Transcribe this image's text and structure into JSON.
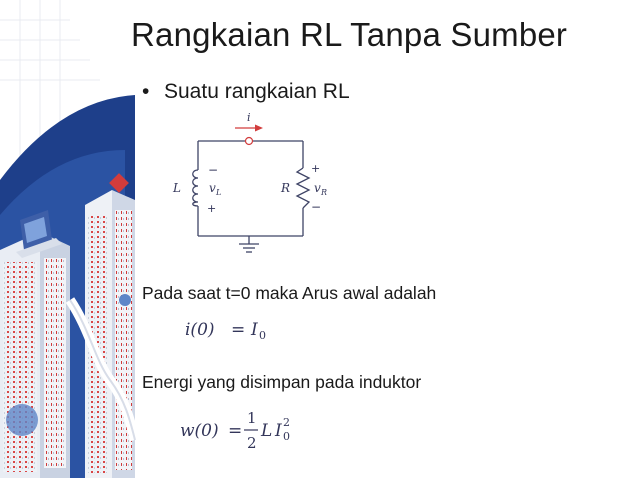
{
  "slide": {
    "title": "Rangkaian RL Tanpa Sumber",
    "bullet": "Suatu rangkaian RL",
    "text_initial_current": "Pada saat t=0 maka Arus awal adalah",
    "text_energy": "Energi yang disimpan pada induktor"
  },
  "circuit": {
    "current_label": "i",
    "inductor_label": "L",
    "inductor_voltage_label": "v",
    "inductor_voltage_sub": "L",
    "resistor_label": "R",
    "resistor_voltage_label": "v",
    "resistor_voltage_sub": "R",
    "plus_sign": "+",
    "minus_sign": "−"
  },
  "equations": {
    "initial_current": {
      "lhs": "i(0)",
      "eq": "=",
      "rhs_var": "I",
      "rhs_sub": "0"
    },
    "energy": {
      "lhs": "w(0)",
      "eq": "=",
      "frac_num": "1",
      "frac_den": "2",
      "var_L": "L",
      "var_I": "I",
      "sup": "2",
      "sub": "0"
    }
  },
  "colors": {
    "deco_blue_dark": "#1e3f8a",
    "deco_blue_light": "#5e86c8",
    "deco_red": "#d23c3c",
    "building_white": "#f1f3f7",
    "circuit_line": "#3f4466",
    "math_color": "#33365a"
  }
}
